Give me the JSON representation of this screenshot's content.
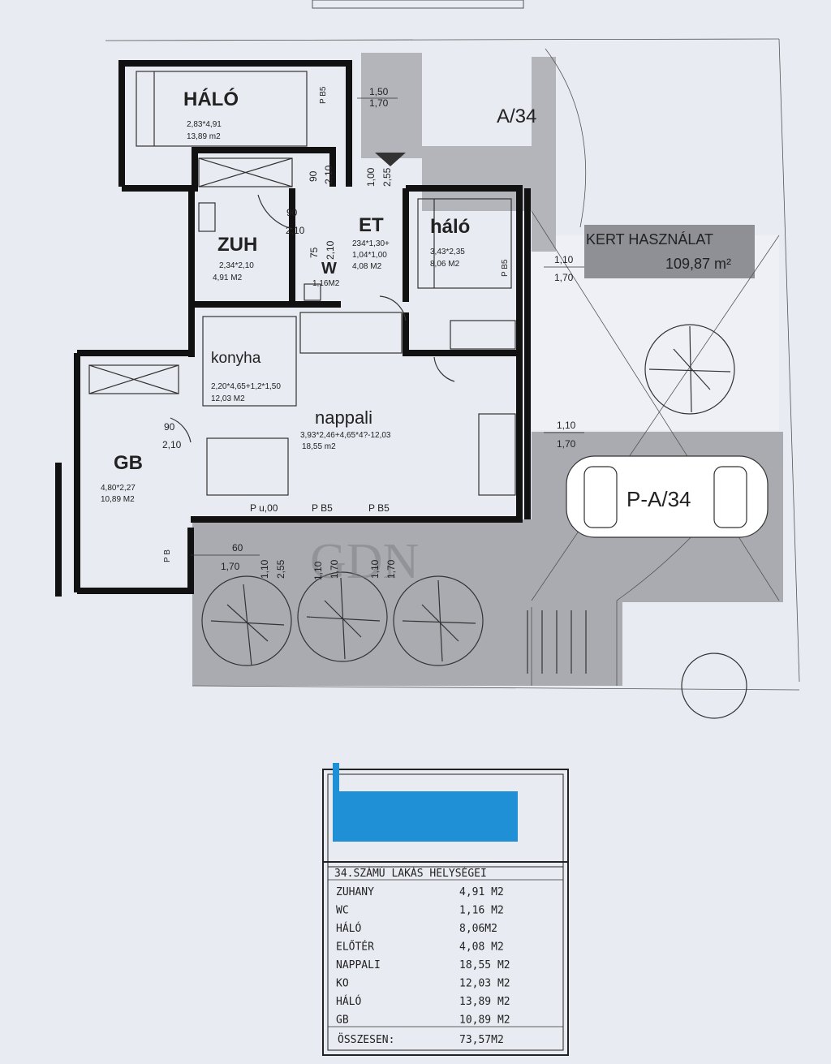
{
  "plan": {
    "lot_label": "A/34",
    "parking_label": "P-A/34",
    "garden": {
      "label": "KERT HASZNÁLAT",
      "area": "109,87 m²",
      "dim_top": "1,10",
      "dim_bottom": "1,70"
    },
    "watermark": "GDN",
    "rooms": [
      {
        "name": "HÁLÓ",
        "dims": "2,83*4,91",
        "area": "13,89 m2"
      },
      {
        "name": "ZUH",
        "dims": "2,34*2,10",
        "area": "4,91 M2"
      },
      {
        "name": "W",
        "dims": "",
        "area": "1,16M2"
      },
      {
        "name": "ET",
        "dims": "234*1,30+",
        "dims2": "1,04*1,00",
        "area": "4,08 M2"
      },
      {
        "name": "háló",
        "dims": "3,43*2,35",
        "area": "8,06 M2"
      },
      {
        "name": "konyha",
        "dims": "2,20*4,65+1,2*1,50",
        "area": "12,03 M2"
      },
      {
        "name": "nappali",
        "dims": "3,93*2,46+4,65*4?-12,03",
        "area": "18,55 m2"
      },
      {
        "name": "GB",
        "dims": "4,80*2,27",
        "area": "10,89 M2"
      }
    ],
    "dimensions": {
      "top_a": "1,50",
      "top_b": "1,70",
      "door_90": "90",
      "door_210": "2,10",
      "corr_100": "1,00",
      "corr_255": "2,55",
      "zuh_75": "75",
      "zuh_210": "2,10",
      "hall_90": "90",
      "hall_210": "2,10",
      "halo_side_a": "1,10",
      "halo_side_b": "1,70",
      "gb_90": "90",
      "gb_210": "2,10",
      "nap_side_a": "1,10",
      "nap_side_b": "1,70",
      "gb_bottom_60": "60",
      "gb_bottom_170": "1,70",
      "bot_110": "1,10",
      "bot_255": "2,55",
      "bot2_110": "1,10",
      "bot2_170": "1,70",
      "bot3_110": "1,10",
      "bot3_170": "1,70",
      "pb_a": "P B5",
      "pb_b": "P B5",
      "pb_c": "P u,00",
      "pb_d": "P B5",
      "pb_e": "P B5",
      "pb_f": "P B"
    }
  },
  "table": {
    "title": "34.SZÁMÚ LAKÁS HELYSÉGEI",
    "rows": [
      {
        "name": "ZUHANY",
        "area": "4,91 M2"
      },
      {
        "name": "WC",
        "area": "1,16 M2"
      },
      {
        "name": "HÁLÓ",
        "area": "8,06M2"
      },
      {
        "name": "ELŐTÉR",
        "area": "4,08 M2"
      },
      {
        "name": "NAPPALI",
        "area": "18,55 M2"
      },
      {
        "name": "KO",
        "area": "12,03 M2"
      },
      {
        "name": "HÁLÓ",
        "area": "13,89 M2"
      },
      {
        "name": "GB",
        "area": "10,89 M2"
      }
    ],
    "total_label": "ÖSSZESEN:",
    "total_value": "73,57M2"
  },
  "colors": {
    "paper": "#e9ebf2",
    "garden_gray": "#a9abb0",
    "redaction": "#1f8fd6"
  }
}
